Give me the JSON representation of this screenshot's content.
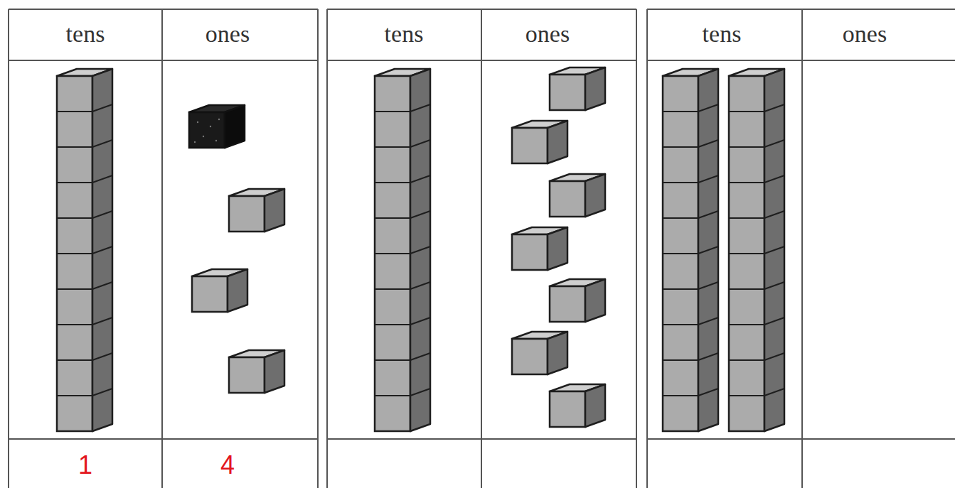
{
  "diagram": {
    "labels": [
      "tens",
      "ones",
      "tens",
      "ones",
      "tens",
      "ones",
      "1",
      "4"
    ]
  }
}
